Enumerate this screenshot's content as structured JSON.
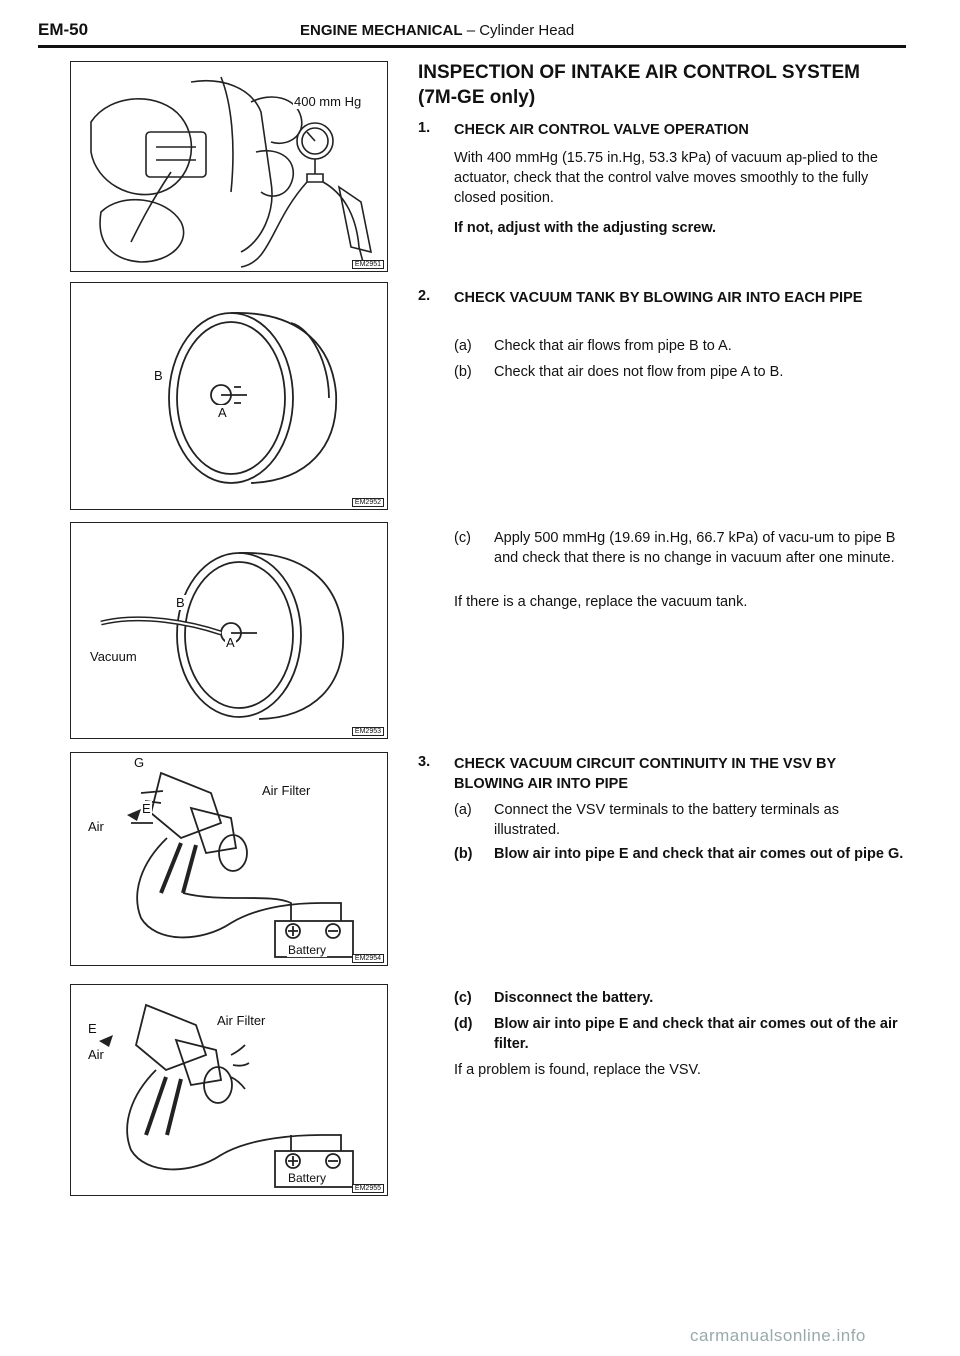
{
  "header": {
    "page_code": "EM-50",
    "section": "ENGINE MECHANICAL",
    "dash": "–",
    "subsection": "Cylinder Head"
  },
  "title": {
    "line1": "INSPECTION OF INTAKE AIR CONTROL SYSTEM",
    "line2": "(7M-GE only)"
  },
  "steps": [
    {
      "num": "1.",
      "heading": "CHECK AIR CONTROL VALVE OPERATION",
      "body": "With 400 mmHg (15.75 in.Hg, 53.3 kPa) of vacuum ap-plied to the actuator, check that the control valve moves smoothly to the fully closed position.",
      "note": "If not, adjust with the adjusting screw."
    },
    {
      "num": "2.",
      "heading": "CHECK VACUUM TANK BY BLOWING AIR INTO EACH PIPE",
      "items": [
        {
          "mark": "(a)",
          "text": "Check that air flows from pipe B to A."
        },
        {
          "mark": "(b)",
          "text": "Check that air does not flow from pipe A to B."
        },
        {
          "mark": "(c)",
          "text": "Apply 500 mmHg (19.69 in.Hg, 66.7 kPa) of vacu-um to pipe B and check that there is no change in vacuum after one minute."
        }
      ],
      "note": "If there is a change, replace the vacuum tank."
    },
    {
      "num": "3.",
      "heading": "CHECK VACUUM CIRCUIT CONTINUITY IN THE VSV BY BLOWING AIR INTO PIPE",
      "items": [
        {
          "mark": "(a)",
          "text": "Connect the VSV terminals to the battery terminals as illustrated."
        },
        {
          "mark": "(b)",
          "text": "Blow air into pipe E and check that air comes out of pipe G."
        },
        {
          "mark": "(c)",
          "text": "Disconnect the battery."
        },
        {
          "mark": "(d)",
          "text": "Blow air into pipe E and check that air comes out of the air filter."
        }
      ],
      "note": "If a problem is found, replace the VSV."
    }
  ],
  "figures": [
    {
      "code": "EM2951",
      "labels": {
        "gauge": "400 mm Hg"
      }
    },
    {
      "code": "EM2952",
      "labels": {
        "b": "B",
        "a": "A"
      }
    },
    {
      "code": "EM2953",
      "labels": {
        "b": "B",
        "a": "A",
        "vacuum": "Vacuum"
      }
    },
    {
      "code": "EM2954",
      "labels": {
        "g": "G",
        "e": "E",
        "air": "Air",
        "filter": "Air Filter",
        "battery": "Battery"
      }
    },
    {
      "code": "EM2955",
      "labels": {
        "e": "E",
        "air": "Air",
        "filter": "Air Filter",
        "battery": "Battery"
      }
    }
  ],
  "footer": "carmanualsonline.info"
}
